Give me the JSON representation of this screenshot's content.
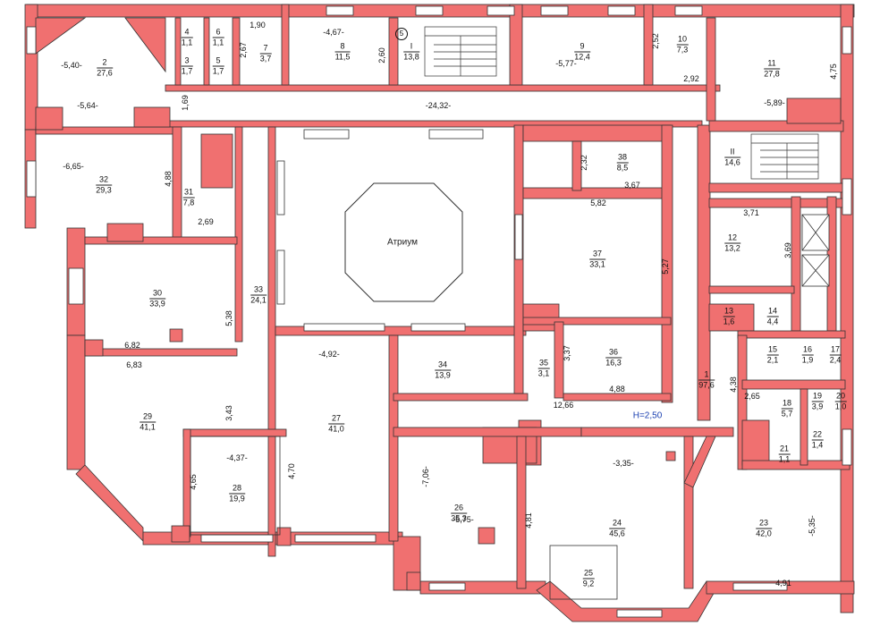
{
  "plan": {
    "wall_color": "#f07070",
    "line_color": "#333333",
    "height_label": "H=2,50",
    "atrium_label": "Атриум",
    "circle_label": "5",
    "rooms": [
      {
        "num": "1",
        "area": "97,6"
      },
      {
        "num": "2",
        "area": "27,6"
      },
      {
        "num": "3",
        "area": "1,7"
      },
      {
        "num": "4",
        "area": "1,1"
      },
      {
        "num": "5",
        "area": "1,7"
      },
      {
        "num": "6",
        "area": "1,1"
      },
      {
        "num": "7",
        "area": "3,7"
      },
      {
        "num": "8",
        "area": "11,5"
      },
      {
        "num": "I",
        "area": "13,8"
      },
      {
        "num": "9",
        "area": "12,4"
      },
      {
        "num": "10",
        "area": "7,3"
      },
      {
        "num": "11",
        "area": "27,8"
      },
      {
        "num": "II",
        "area": "14,6"
      },
      {
        "num": "12",
        "area": "13,2"
      },
      {
        "num": "13",
        "area": "1,6"
      },
      {
        "num": "14",
        "area": "4,4"
      },
      {
        "num": "15",
        "area": "2,1"
      },
      {
        "num": "16",
        "area": "1,9"
      },
      {
        "num": "17",
        "area": "2,4"
      },
      {
        "num": "18",
        "area": "5,7"
      },
      {
        "num": "19",
        "area": "3,9"
      },
      {
        "num": "20",
        "area": "1,0"
      },
      {
        "num": "21",
        "area": "1,1"
      },
      {
        "num": "22",
        "area": "1,4"
      },
      {
        "num": "23",
        "area": "42,0"
      },
      {
        "num": "24",
        "area": "45,6"
      },
      {
        "num": "25",
        "area": "9,2"
      },
      {
        "num": "26",
        "area": "35,3"
      },
      {
        "num": "27",
        "area": "41,0"
      },
      {
        "num": "28",
        "area": "19,9"
      },
      {
        "num": "29",
        "area": "41,1"
      },
      {
        "num": "30",
        "area": "33,9"
      },
      {
        "num": "31",
        "area": "7,8"
      },
      {
        "num": "32",
        "area": "29,3"
      },
      {
        "num": "33",
        "area": "24,1"
      },
      {
        "num": "34",
        "area": "13,9"
      },
      {
        "num": "35",
        "area": "3,1"
      },
      {
        "num": "36",
        "area": "16,3"
      },
      {
        "num": "37",
        "area": "33,1"
      },
      {
        "num": "38",
        "area": "8,5"
      }
    ],
    "dimensions": [
      "-5,40-",
      "-5,64-",
      "1,69",
      "1,90",
      "2,67",
      "-4,67-",
      "2,60",
      "-24,32-",
      "-5,77-",
      "2,52",
      "2,92",
      "4,75",
      "-5,89-",
      "-6,65-",
      "4,88",
      "2,69",
      "2,32",
      "3,67",
      "5,82",
      "5,27",
      "3,71",
      "3,69",
      "5,38",
      "6,82",
      "6,83",
      "-4,92-",
      "3,37",
      "4,88",
      "12,66",
      "4,38",
      "2,65",
      "3,43",
      "-4,37-",
      "4,65",
      "4,70",
      "-7,06-",
      "-5,75-",
      "-3,35-",
      "4,81",
      "-5,35-",
      "4,91"
    ]
  }
}
